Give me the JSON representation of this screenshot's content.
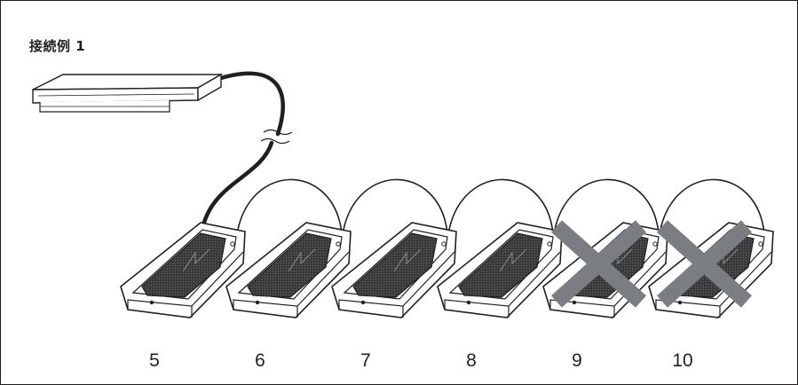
{
  "title": "接続例 1",
  "units": [
    {
      "number": "5",
      "disabled": false
    },
    {
      "number": "6",
      "disabled": false
    },
    {
      "number": "7",
      "disabled": false
    },
    {
      "number": "8",
      "disabled": false
    },
    {
      "number": "9",
      "disabled": true
    },
    {
      "number": "10",
      "disabled": true
    }
  ],
  "colors": {
    "line": "#231f20",
    "cross": "#7a7e82",
    "grille": "#333333"
  },
  "icons": {
    "controller": "controller-unit-icon",
    "mic": "mic-unit-icon",
    "cross": "cross-mark-icon",
    "cable": "cable-icon"
  }
}
